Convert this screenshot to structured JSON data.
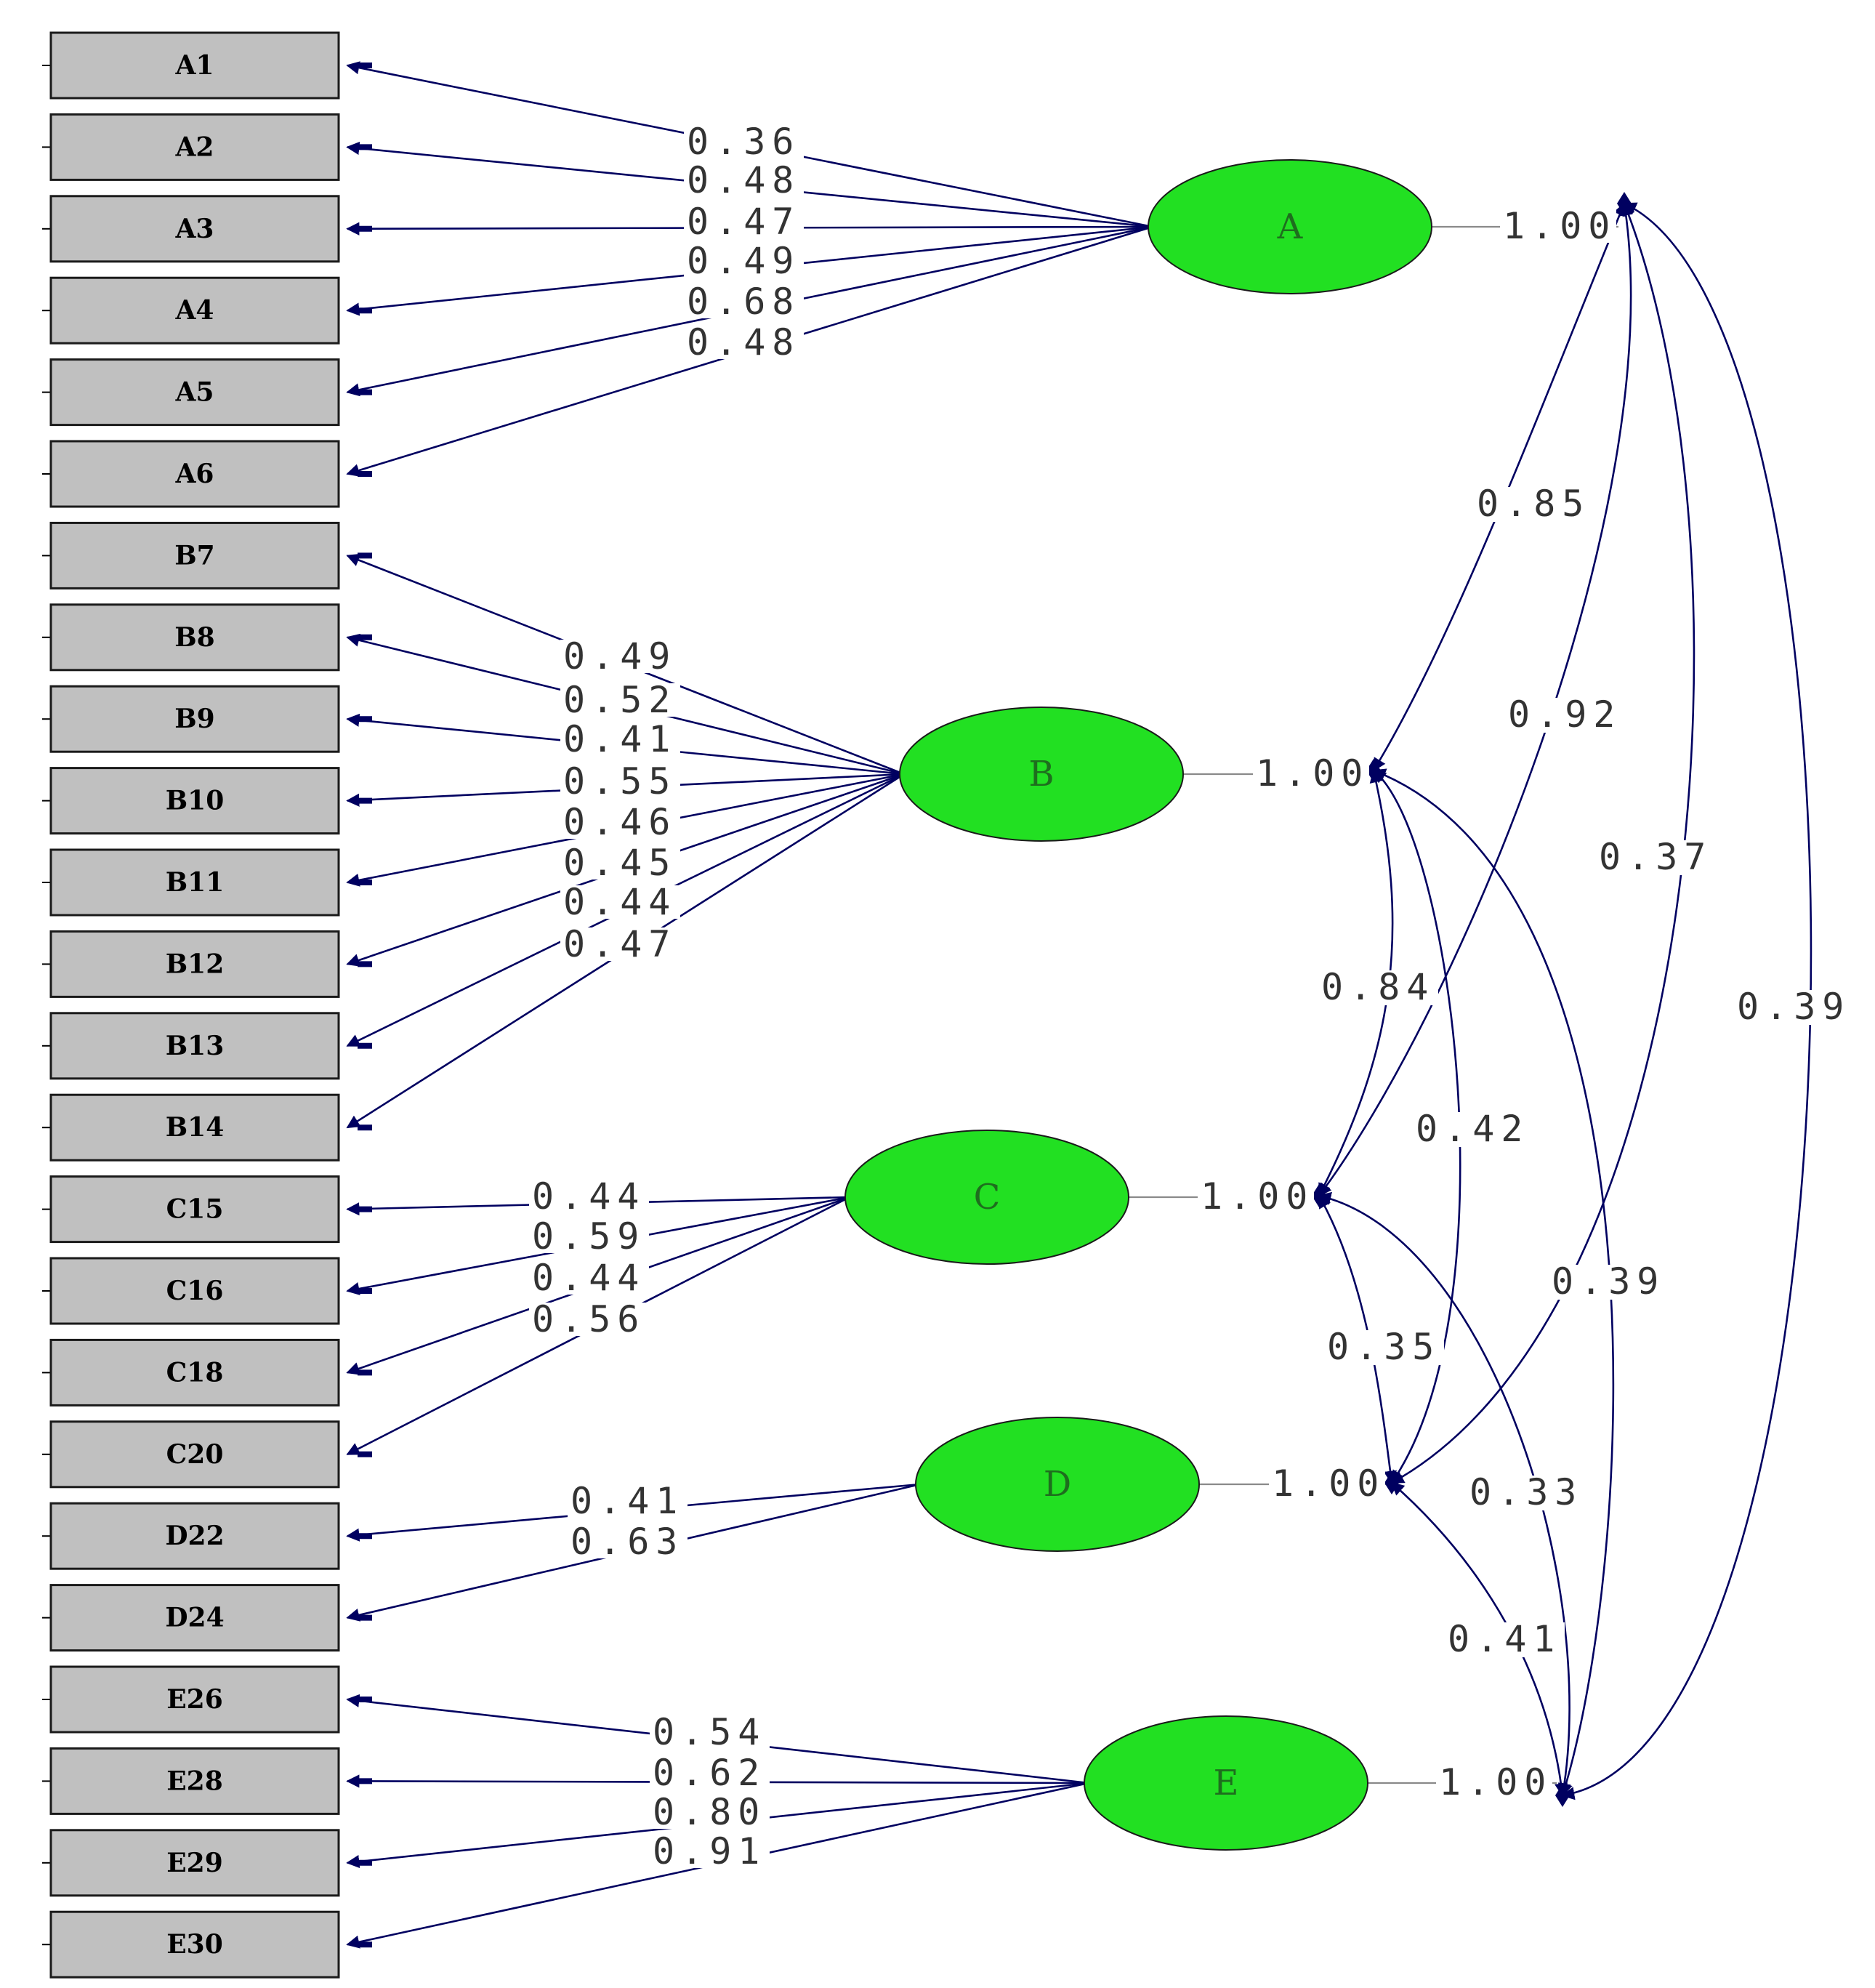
{
  "colors": {
    "factor_fill": "#22e022",
    "indicator_fill": "#c0c0c0",
    "path_color": "#000060",
    "label_color": "#333333"
  },
  "factors": [
    {
      "id": "A",
      "label": "A",
      "variance": "1.00",
      "indicators": [
        {
          "label": "A1",
          "loading": "0.36"
        },
        {
          "label": "A2",
          "loading": "0.48"
        },
        {
          "label": "A3",
          "loading": "0.47"
        },
        {
          "label": "A4",
          "loading": "0.49"
        },
        {
          "label": "A5",
          "loading": "0.68"
        },
        {
          "label": "A6",
          "loading": "0.48"
        }
      ]
    },
    {
      "id": "B",
      "label": "B",
      "variance": "1.00",
      "indicators": [
        {
          "label": "B7",
          "loading": "0.49"
        },
        {
          "label": "B8",
          "loading": "0.52"
        },
        {
          "label": "B9",
          "loading": "0.41"
        },
        {
          "label": "B10",
          "loading": "0.55"
        },
        {
          "label": "B11",
          "loading": "0.46"
        },
        {
          "label": "B12",
          "loading": "0.45"
        },
        {
          "label": "B13",
          "loading": "0.44"
        },
        {
          "label": "B14",
          "loading": "0.47"
        }
      ]
    },
    {
      "id": "C",
      "label": "C",
      "variance": "1.00",
      "indicators": [
        {
          "label": "C15",
          "loading": "0.44"
        },
        {
          "label": "C16",
          "loading": "0.59"
        },
        {
          "label": "C18",
          "loading": "0.44"
        },
        {
          "label": "C20",
          "loading": "0.56"
        }
      ]
    },
    {
      "id": "D",
      "label": "D",
      "variance": "1.00",
      "indicators": [
        {
          "label": "D22",
          "loading": "0.41"
        },
        {
          "label": "D24",
          "loading": "0.63"
        }
      ]
    },
    {
      "id": "E",
      "label": "E",
      "variance": "1.00",
      "indicators": [
        {
          "label": "E26",
          "loading": "0.54"
        },
        {
          "label": "E28",
          "loading": "0.62"
        },
        {
          "label": "E29",
          "loading": "0.80"
        },
        {
          "label": "E30",
          "loading": "0.91"
        }
      ]
    }
  ],
  "correlations": [
    {
      "from": "A",
      "to": "B",
      "value": "0.85"
    },
    {
      "from": "A",
      "to": "C",
      "value": "0.92"
    },
    {
      "from": "A",
      "to": "D",
      "value": "0.37"
    },
    {
      "from": "A",
      "to": "E",
      "value": "0.39"
    },
    {
      "from": "B",
      "to": "C",
      "value": "0.84"
    },
    {
      "from": "B",
      "to": "D",
      "value": "0.42"
    },
    {
      "from": "B",
      "to": "E",
      "value": "0.39"
    },
    {
      "from": "C",
      "to": "D",
      "value": "0.35"
    },
    {
      "from": "C",
      "to": "E",
      "value": "0.33"
    },
    {
      "from": "D",
      "to": "E",
      "value": "0.41"
    }
  ]
}
